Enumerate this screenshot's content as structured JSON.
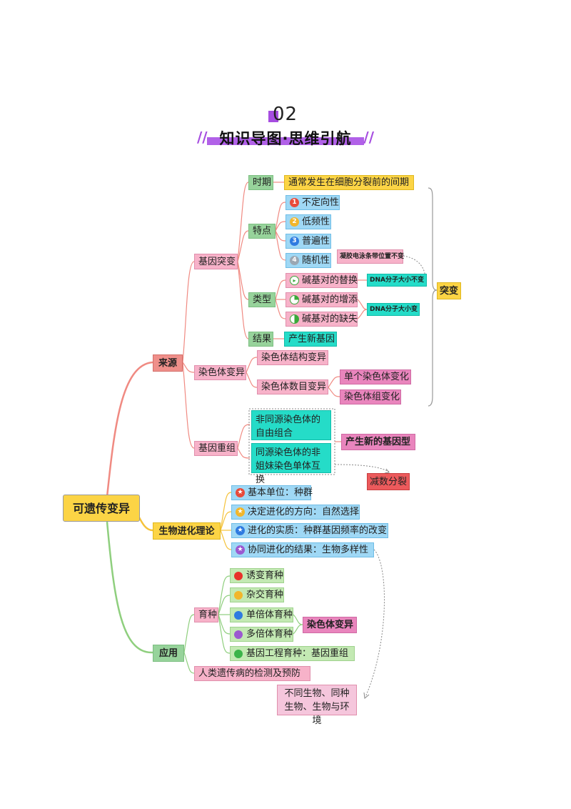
{
  "header": {
    "number": "02",
    "title": "知识导图·思维引航"
  },
  "root": "可遗传变异",
  "level1": {
    "source": "来源",
    "theory": "生物进化理论",
    "application": "应用"
  },
  "source": {
    "gene_mutation": "基因突变",
    "period_label": "时期",
    "period_value": "通常发生在细胞分裂前的间期",
    "traits_label": "特点",
    "traits": [
      "不定向性",
      "低频性",
      "普遍性",
      "随机性"
    ],
    "gel_note": "凝胶电泳条带位置不变",
    "types_label": "类型",
    "types": [
      "碱基对的替换",
      "碱基对的增添",
      "碱基对的缺失"
    ],
    "dna_same": "DNA分子大小不变",
    "dna_change": "DNA分子大小变",
    "result_label": "结果",
    "result_value": "产生新基因",
    "mutation_summary": "突变",
    "chromosome_variation": "染色体变异",
    "structure_variation": "染色体结构变异",
    "number_variation": "染色体数目变异",
    "single_change": "单个染色体变化",
    "set_change": "染色体组变化",
    "recombination": "基因重组",
    "recomb_1": "非同源染色体的自由组合",
    "recomb_2": "同源染色体的非姐妹染色单体互换",
    "new_genotype": "产生新的基因型",
    "meiosis": "减数分裂"
  },
  "theory": {
    "items": [
      "基本单位：种群",
      "决定进化的方向：自然选择",
      "进化的实质：种群基因频率的改变",
      "协同进化的结果：生物多样性"
    ]
  },
  "application": {
    "breeding": "育种",
    "methods": [
      "诱变育种",
      "杂交育种",
      "单倍体育种",
      "多倍体育种",
      "基因工程育种：基因重组"
    ],
    "chromo_label": "染色体变异",
    "disease": "人类遗传病的检测及预防",
    "coevolution_note": "不同生物、同种生物、生物与环境"
  },
  "colors": {
    "teal": "#25dcc8",
    "green": "#97d39b",
    "yellow": "#fcd445",
    "pink": "#f7b2c9",
    "blue": "#9fd8f5",
    "red": "#ec5a5c",
    "salmon": "#ef8f8a",
    "purple": "#a64de0"
  }
}
